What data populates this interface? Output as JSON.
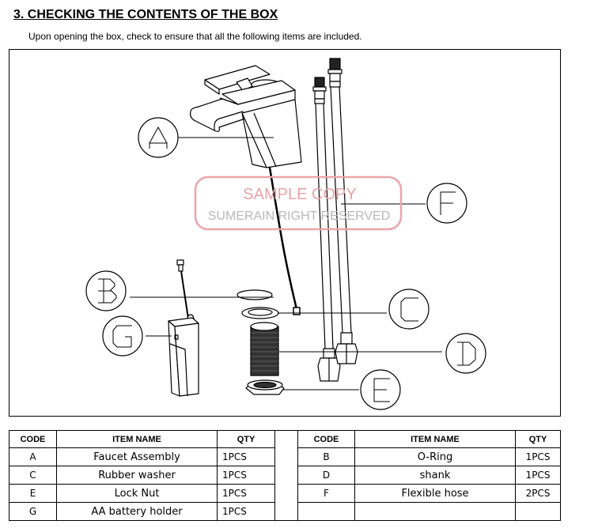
{
  "header": {
    "title": "3. CHECKING THE CONTENTS OF THE BOX",
    "intro": "Upon opening the box, check to ensure that all the following items are included."
  },
  "diagram": {
    "watermark": {
      "line1": "SAMPLE COPY",
      "line2": "SUMERAIN RIGHT RESERVED",
      "color": "#e8a3a8"
    },
    "labels": [
      "A",
      "B",
      "C",
      "D",
      "E",
      "F",
      "G"
    ]
  },
  "table": {
    "headers": {
      "code": "CODE",
      "item_name": "ITEM NAME",
      "qty": "QTY"
    },
    "left": [
      {
        "code": "A",
        "name": "Faucet Assembly",
        "qty": "1PCS"
      },
      {
        "code": "C",
        "name": "Rubber washer",
        "qty": "1PCS"
      },
      {
        "code": "E",
        "name": "Lock Nut",
        "qty": "1PCS"
      },
      {
        "code": "G",
        "name": "AA battery holder",
        "qty": "1PCS"
      }
    ],
    "right": [
      {
        "code": "B",
        "name": "O-Ring",
        "qty": "1PCS"
      },
      {
        "code": "D",
        "name": "shank",
        "qty": "1PCS"
      },
      {
        "code": "F",
        "name": "Flexible hose",
        "qty": "2PCS"
      },
      {
        "code": "",
        "name": "",
        "qty": ""
      }
    ]
  }
}
